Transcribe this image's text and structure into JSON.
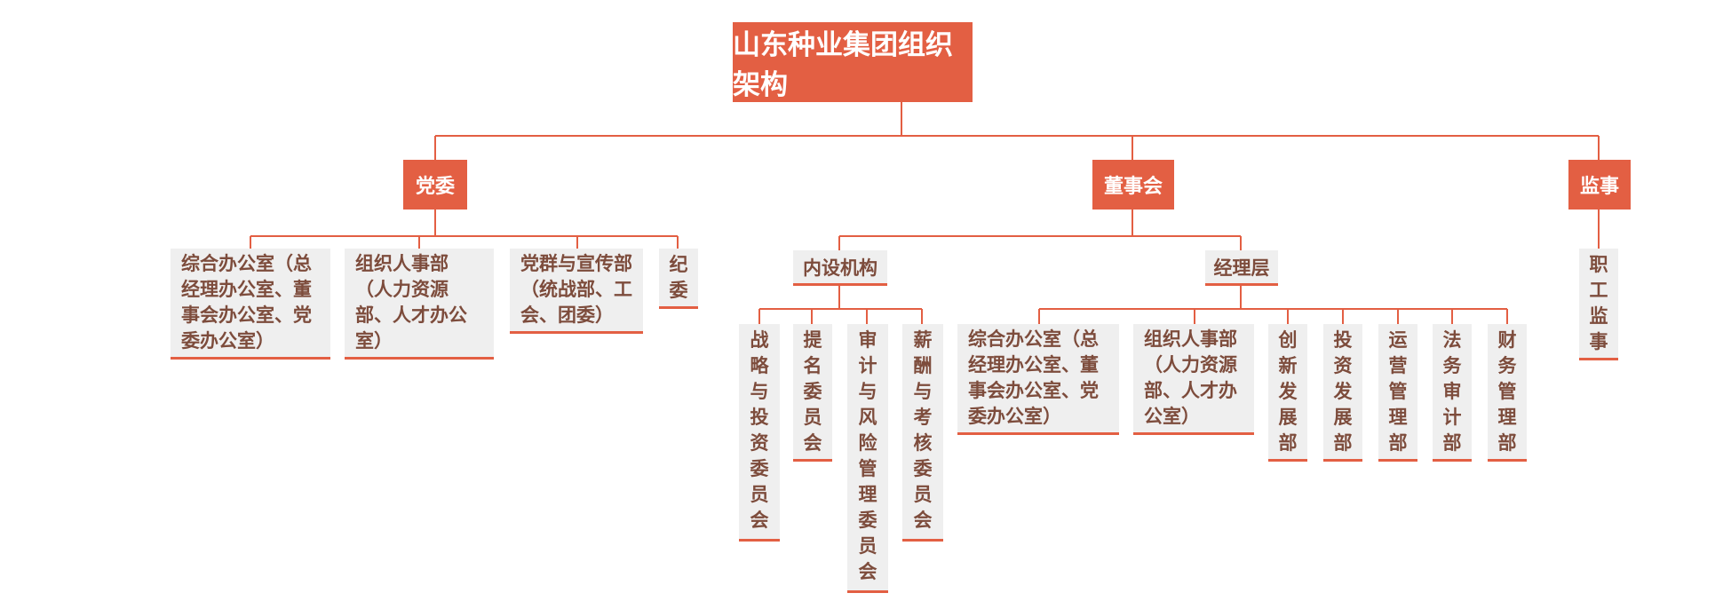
{
  "title": "山东种业集团组织架构",
  "branches": {
    "party": "党委",
    "board": "董事会",
    "supervisor": "监事"
  },
  "party_units": [
    "综合办公室（总经理办公室、董事会办公室、党委办公室）",
    "组织人事部（人力资源部、人才办公室）",
    "党群与宣传部（统战部、工会、团委）",
    "纪委"
  ],
  "board_groups": {
    "internal": "内设机构",
    "management": "经理层"
  },
  "committees": [
    "战略与投资委员会",
    "提名委员会",
    "审计与风险管理委员会",
    "薪酬与考核委员会"
  ],
  "management_depts": [
    "综合办公室（总经理办公室、董事会办公室、党委办公室）",
    "组织人事部（人力资源部、人才办公室）",
    "创新发展部",
    "投资发展部",
    "运营管理部",
    "法务审计部",
    "财务管理部"
  ],
  "supervisor_units": [
    "职工监事"
  ],
  "colors": {
    "accent": "#e35f43",
    "box_bg": "#efefef",
    "box_text": "#7d4c3c"
  }
}
